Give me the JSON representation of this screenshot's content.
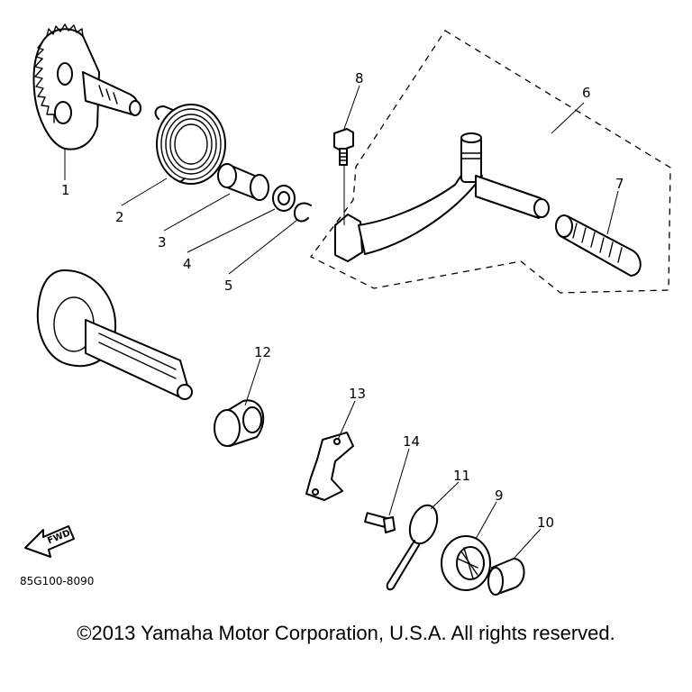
{
  "callouts": [
    "1",
    "2",
    "3",
    "4",
    "5",
    "6",
    "7",
    "8",
    "9",
    "10",
    "11",
    "12",
    "13",
    "14"
  ],
  "fwd_label": "FWD",
  "part_code": "85G100-8090",
  "copyright": "©2013 Yamaha Motor Corporation, U.S.A. All rights reserved."
}
